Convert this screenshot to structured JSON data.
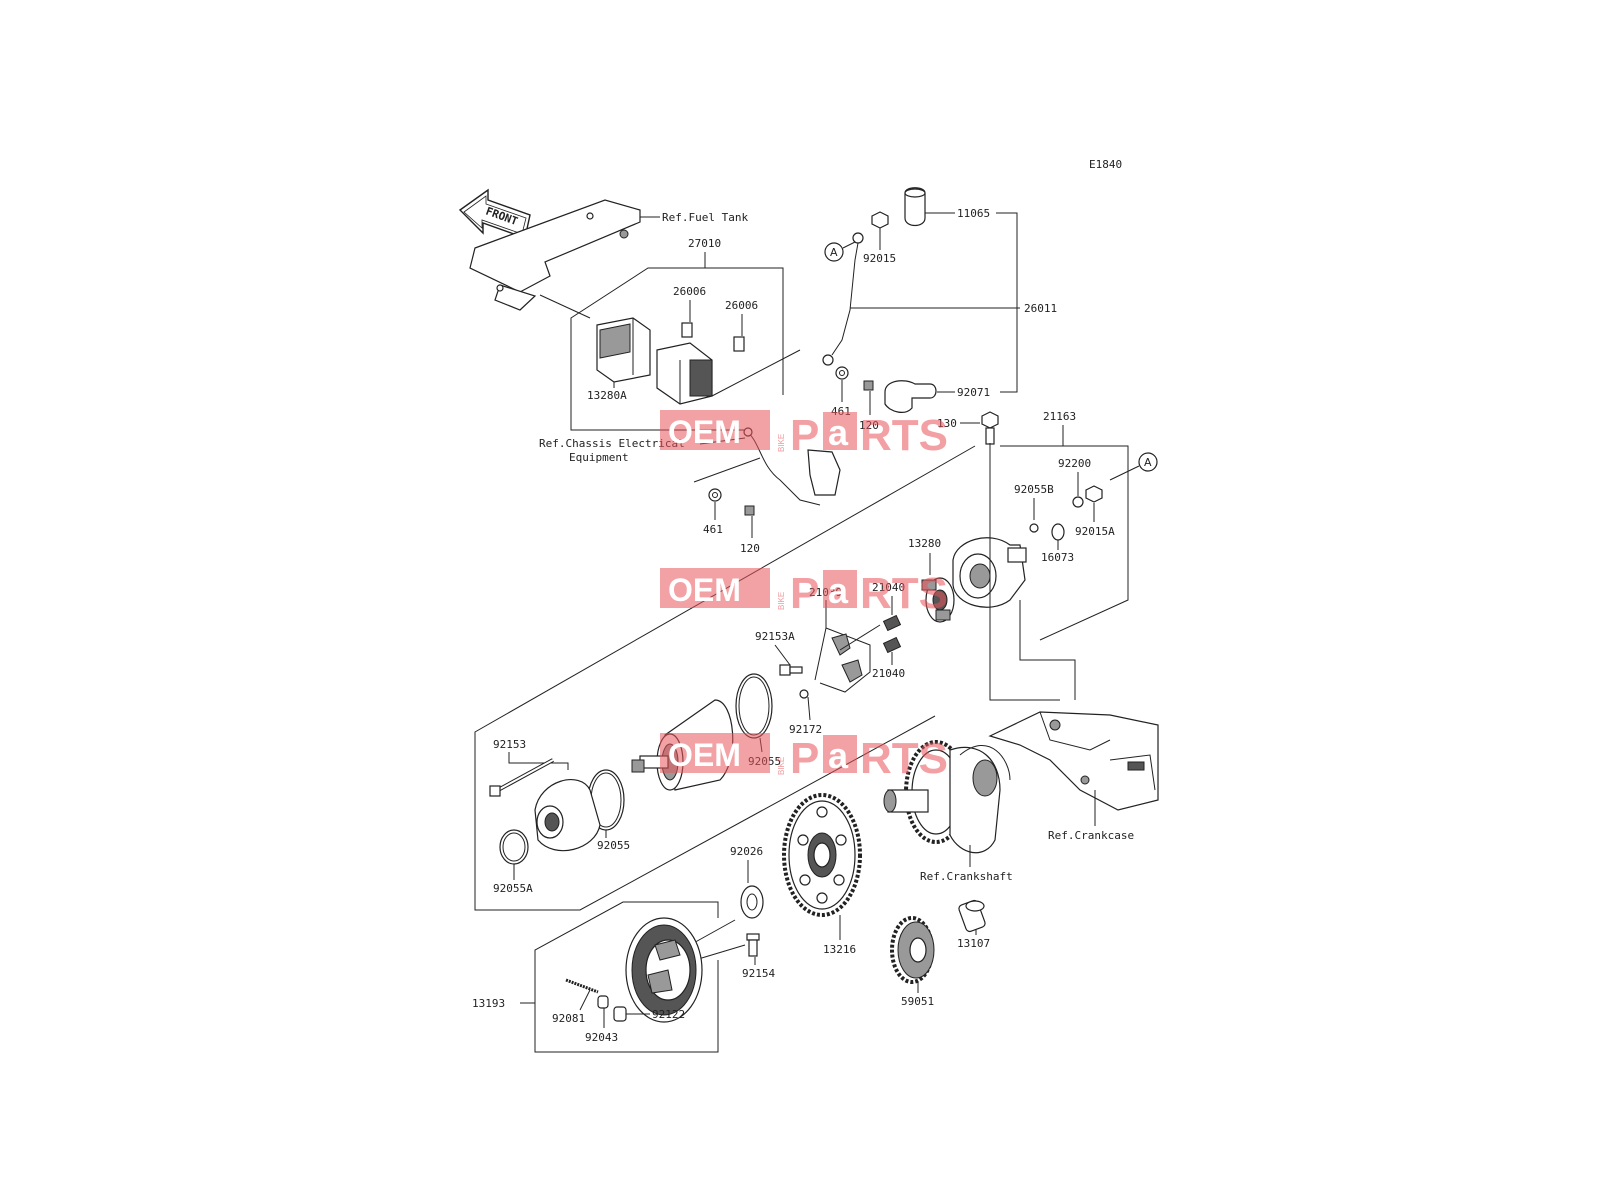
{
  "diagram_code": "E1840",
  "front_label": "FRONT",
  "refs": {
    "fuel_tank": "Ref.Fuel Tank",
    "chassis_line1": "Ref.Chassis Electrical",
    "chassis_line2": "Equipment",
    "crankcase": "Ref.Crankcase",
    "crankshaft": "Ref.Crankshaft"
  },
  "callout_letter": "A",
  "watermark": {
    "oem": "OEM",
    "bike": "BIKE",
    "parts_a": "P",
    "parts_b": "a",
    "parts_c": "RTS"
  },
  "parts": {
    "p11065": "11065",
    "p92015": "92015",
    "p27010": "27010",
    "p26006a": "26006",
    "p26006b": "26006",
    "p26011": "26011",
    "p13280A": "13280A",
    "p461a": "461",
    "p120a": "120",
    "p92071": "92071",
    "p130": "130",
    "p21163": "21163",
    "p92200": "92200",
    "p92055B": "92055B",
    "p92015A": "92015A",
    "p461b": "461",
    "p120b": "120",
    "p16073": "16073",
    "p13280": "13280",
    "p21039": "21039",
    "p21040a": "21040",
    "p21040b": "21040",
    "p92153A": "92153A",
    "p92172": "92172",
    "p92055a": "92055",
    "p92153": "92153",
    "p92055b": "92055",
    "p92055A": "92055A",
    "p92026": "92026",
    "p13216": "13216",
    "p13107": "13107",
    "p92154": "92154",
    "p59051": "59051",
    "p13193": "13193",
    "p92081": "92081",
    "p92122": "92122",
    "p92043": "92043"
  }
}
